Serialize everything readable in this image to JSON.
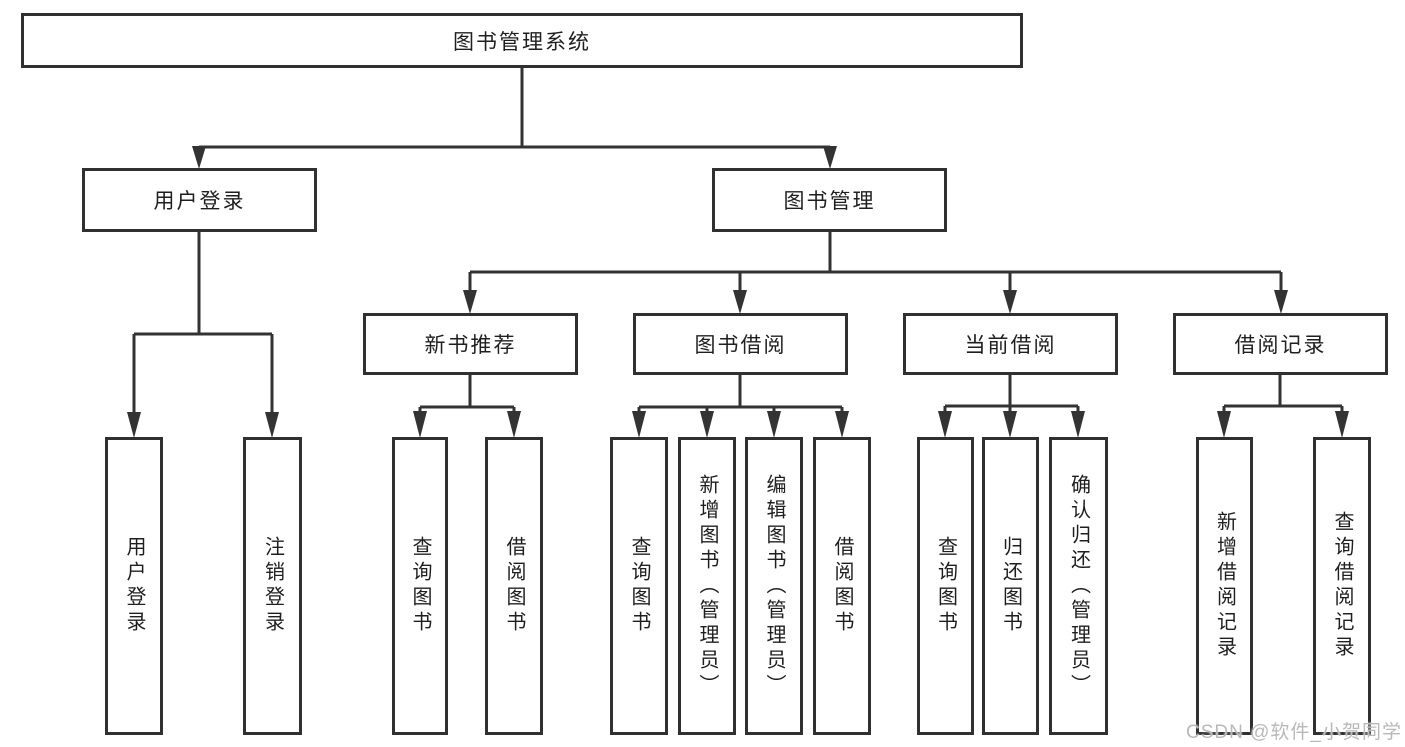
{
  "diagram": {
    "type": "functional-structure-tree",
    "watermark": "CSDN @软件_小贺同学",
    "colors": {
      "background": "#ffffff",
      "line": "#333333",
      "box_border": "#303030",
      "text": "#1f1f1f",
      "watermark": "#b9b9b9"
    }
  },
  "tree": {
    "root": {
      "label": "图书管理系统",
      "children": [
        {
          "label": "用户登录",
          "children": [
            {
              "label": "用户登录"
            },
            {
              "label": "注销登录"
            }
          ]
        },
        {
          "label": "图书管理",
          "children": [
            {
              "label": "新书推荐",
              "children": [
                {
                  "label": "查询图书"
                },
                {
                  "label": "借阅图书"
                }
              ]
            },
            {
              "label": "图书借阅",
              "children": [
                {
                  "label": "查询图书"
                },
                {
                  "label": "新增图书（管理员）"
                },
                {
                  "label": "编辑图书（管理员）"
                },
                {
                  "label": "借阅图书"
                }
              ]
            },
            {
              "label": "当前借阅",
              "children": [
                {
                  "label": "查询图书"
                },
                {
                  "label": "归还图书"
                },
                {
                  "label": "确认归还（管理员）"
                }
              ]
            },
            {
              "label": "借阅记录",
              "children": [
                {
                  "label": "新增借阅记录"
                },
                {
                  "label": "查询借阅记录"
                }
              ]
            }
          ]
        }
      ]
    }
  }
}
